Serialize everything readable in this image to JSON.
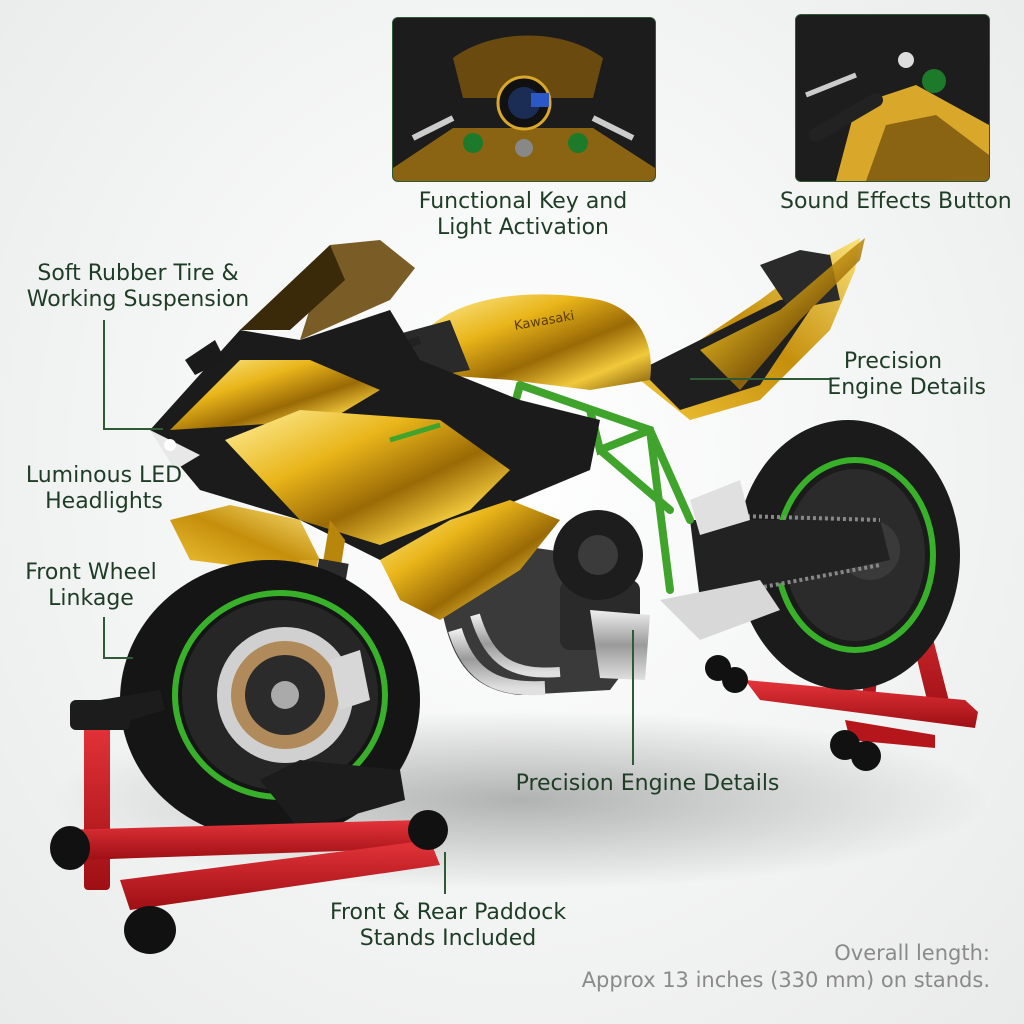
{
  "callouts": {
    "functional_key": [
      "Functional Key and",
      "Light Activation"
    ],
    "sound_button": "Sound Effects Button",
    "tire_suspension": [
      "Soft Rubber Tire &",
      "Working Suspension"
    ],
    "precision_top": [
      "Precision",
      "Engine Details"
    ],
    "led_headlights": [
      "Luminous LED",
      "Headlights"
    ],
    "front_wheel": [
      "Front Wheel",
      "Linkage"
    ],
    "precision_bottom": "Precision Engine Details",
    "paddock": [
      "Front & Rear Paddock",
      "Stands Included"
    ]
  },
  "footnote": [
    "Overall length:",
    "Approx 13 inches (330 mm) on stands."
  ],
  "brand_on_tank": "Kawasaki",
  "colors": {
    "label_text": "#1f3d26",
    "leader_line": "#2f5a36",
    "gold": "#e1b21c",
    "frame_green": "#3fa32c",
    "stand_red": "#c8171d",
    "footnote_gray": "#8a8a8a"
  }
}
